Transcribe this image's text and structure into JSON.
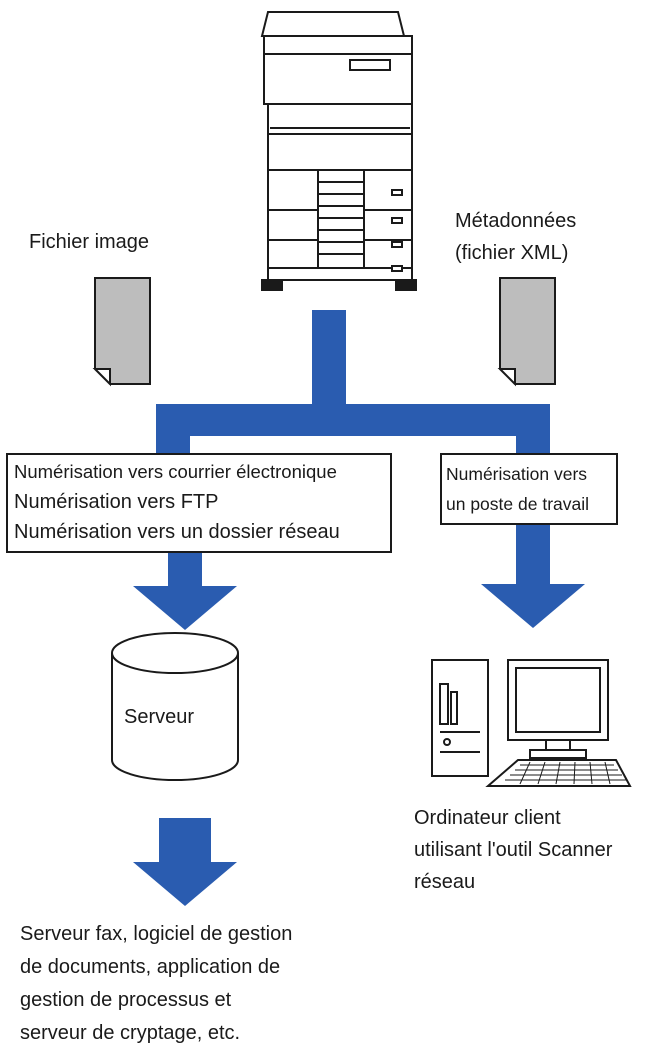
{
  "colors": {
    "connector": "#2a5cb0",
    "document": "#bdbdbd",
    "outline": "#1a1a1a"
  },
  "labels": {
    "image_file": "Fichier image",
    "metadata": [
      "Métadonnées",
      "(fichier XML)"
    ],
    "server": "Serveur",
    "client": [
      "Ordinateur client",
      "utilisant l'outil Scanner",
      "réseau"
    ],
    "destinations": [
      "Serveur fax, logiciel de gestion",
      "de documents, application de",
      "gestion de processus et",
      "serveur de cryptage, etc."
    ]
  },
  "boxes": {
    "server_methods": [
      "Numérisation vers courrier électronique",
      "Numérisation vers FTP",
      "Numérisation vers un dossier réseau"
    ],
    "pc_method": [
      "Numérisation vers",
      "un poste de travail"
    ]
  },
  "icons": [
    "printer-icon",
    "document-icon",
    "server-icon",
    "computer-icon",
    "arrow-down-icon"
  ]
}
